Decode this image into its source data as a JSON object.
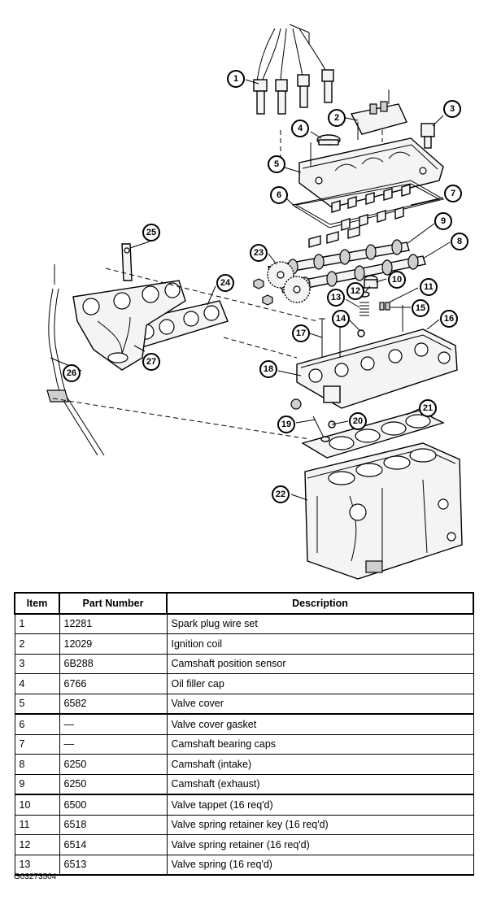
{
  "table": {
    "headers": [
      "Item",
      "Part Number",
      "Description"
    ],
    "rows": [
      [
        "1",
        "12281",
        "Spark plug wire set"
      ],
      [
        "2",
        "12029",
        "Ignition coil"
      ],
      [
        "3",
        "6B288",
        "Camshaft position sensor"
      ],
      [
        "4",
        "6766",
        "Oil filler cap"
      ],
      [
        "5",
        "6582",
        "Valve cover"
      ],
      [
        "6",
        "—",
        "Valve cover gasket"
      ],
      [
        "7",
        "—",
        "Camshaft bearing caps"
      ],
      [
        "8",
        "6250",
        "Camshaft (intake)"
      ],
      [
        "9",
        "6250",
        "Camshaft (exhaust)"
      ],
      [
        "10",
        "6500",
        "Valve tappet (16 req'd)"
      ],
      [
        "11",
        "6518",
        "Valve spring retainer key (16 req'd)"
      ],
      [
        "12",
        "6514",
        "Valve spring retainer (16 req'd)"
      ],
      [
        "13",
        "6513",
        "Valve spring (16 req'd)"
      ]
    ]
  },
  "figure_code": "G03273504",
  "callouts": {
    "c1": "1",
    "c2": "2",
    "c3": "3",
    "c4": "4",
    "c5": "5",
    "c6": "6",
    "c7": "7",
    "c8": "8",
    "c9": "9",
    "c10": "10",
    "c11": "11",
    "c12": "12",
    "c13": "13",
    "c14": "14",
    "c15": "15",
    "c16": "16",
    "c17": "17",
    "c18": "18",
    "c19": "19",
    "c20": "20",
    "c21": "21",
    "c22": "22",
    "c23": "23",
    "c24": "24",
    "c25": "25",
    "c26": "26",
    "c27": "27"
  }
}
